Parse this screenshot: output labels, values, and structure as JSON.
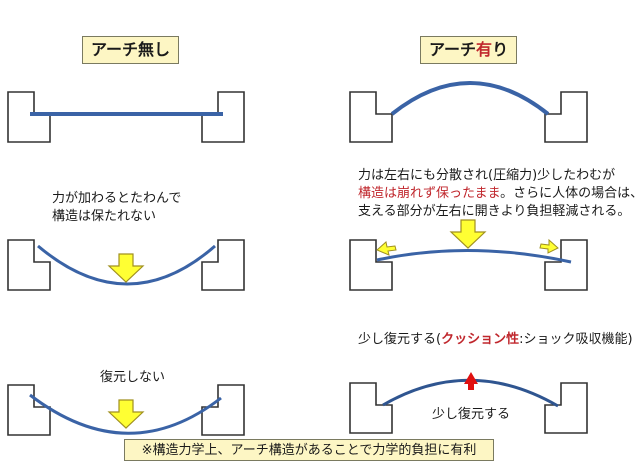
{
  "headers": {
    "left": "アーチ無し",
    "right_prefix": "アーチ",
    "right_highlight": "有",
    "right_suffix": "り"
  },
  "left_notes": {
    "bend_line1": "力が加わるとたわんで",
    "bend_line2": "構造は保たれない",
    "no_recover": "復元しない"
  },
  "right_notes": {
    "line1": "力は左右にも分散され(圧縮力)少したわむが",
    "line2_red": "構造は崩れず保ったまま",
    "line2_rest": "。さらに人体の場合は、",
    "line3": "支える部分が左右に開きより負担軽減される。",
    "cushion_prefix": "少し復元する(",
    "cushion_red": "クッション性",
    "cushion_suffix": ":ショック吸収機能)",
    "recover_small": "少し復元する"
  },
  "footer": "※構造力学上、アーチ構造があることで力学的負担に有利",
  "colors": {
    "beam": "#3a63a6",
    "arrow_fill": "#ffff33",
    "arrow_stroke": "#a09020",
    "red_arrow": "#e01010",
    "header_bg": "#fdf6c4",
    "red_text": "#c0272d"
  }
}
